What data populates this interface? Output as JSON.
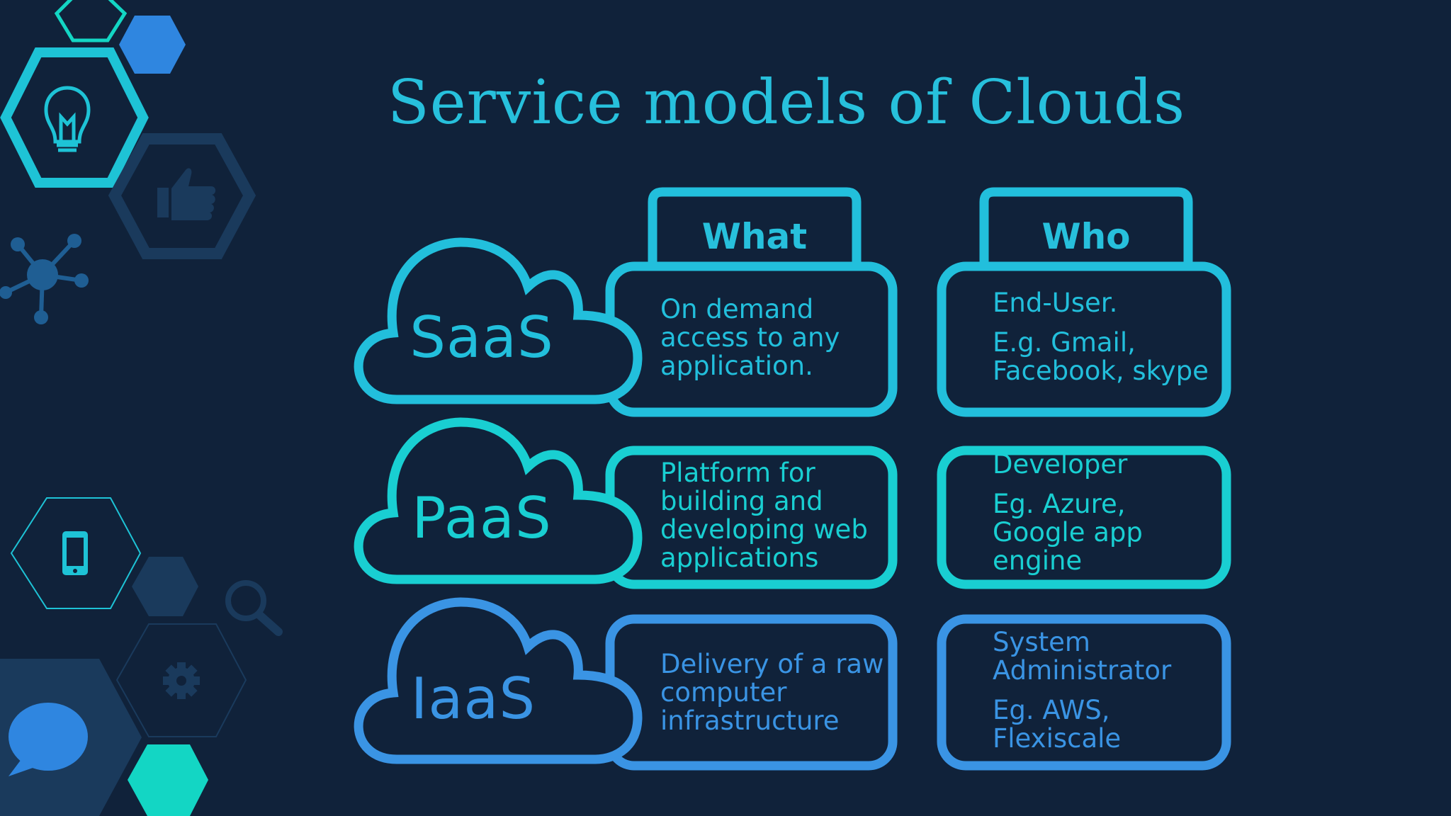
{
  "title": "Service models of Clouds",
  "headers": {
    "what": "What",
    "who": "Who"
  },
  "colors": {
    "background": "#10223a",
    "saas": "#22bfdc",
    "paas": "#19cfd2",
    "iaas": "#3a94e4",
    "deco_teal": "#13d6c4",
    "deco_blue": "#2f86e0",
    "deco_dark": "#1a3a5c"
  },
  "icons": [
    "hexagon-icon",
    "lightbulb-icon",
    "thumbs-up-icon",
    "network-icon",
    "smartphone-icon",
    "search-icon",
    "gear-icon",
    "chat-bubble-icon"
  ],
  "models": [
    {
      "name": "SaaS",
      "what": [
        "On demand",
        "access to any",
        "application."
      ],
      "who_main": [
        "End-User."
      ],
      "who_example": [
        "E.g. Gmail,",
        "Facebook, skype"
      ]
    },
    {
      "name": "PaaS",
      "what": [
        "Platform for",
        "building and",
        "developing web",
        "applications"
      ],
      "who_main": [
        "Developer"
      ],
      "who_example": [
        "Eg. Azure,",
        "Google app",
        "engine"
      ]
    },
    {
      "name": "IaaS",
      "what": [
        "Delivery of a raw",
        "computer",
        "infrastructure"
      ],
      "who_main": [
        "System",
        "Administrator"
      ],
      "who_example": [
        "Eg. AWS,",
        "Flexiscale"
      ]
    }
  ]
}
